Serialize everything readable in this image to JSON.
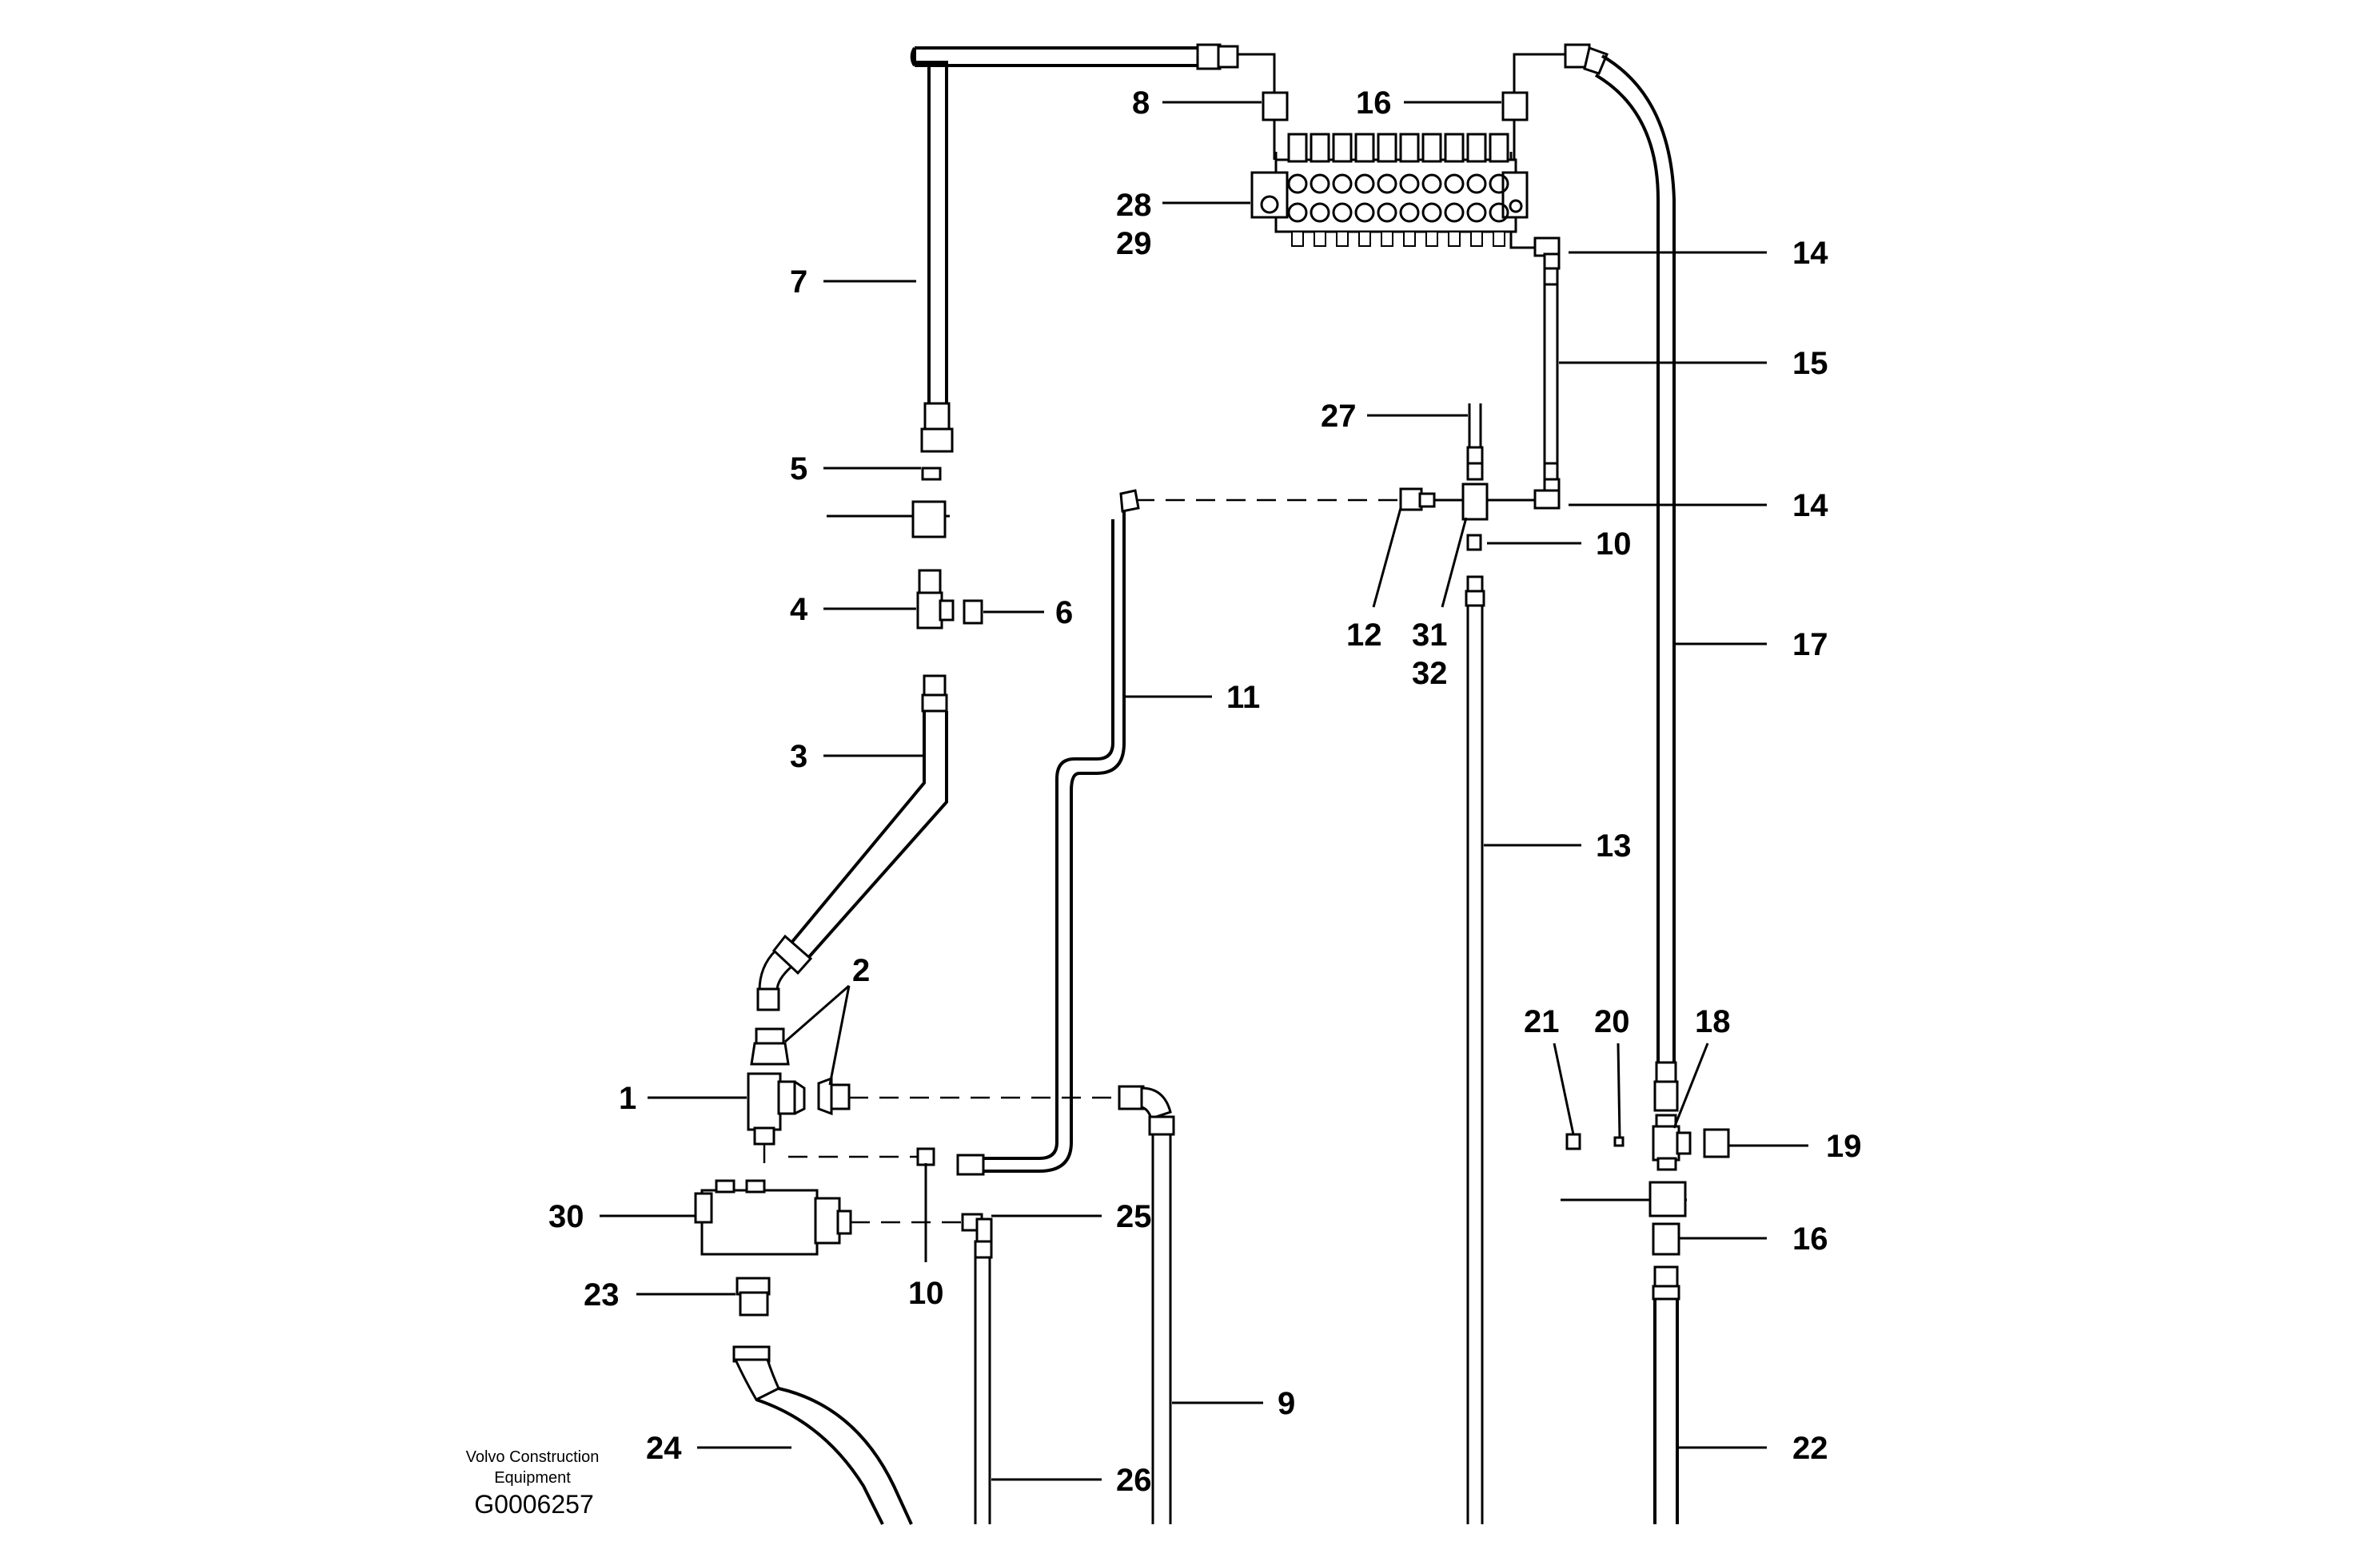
{
  "callouts": {
    "c1": "1",
    "c2": "2",
    "c3": "3",
    "c4": "4",
    "c5": "5",
    "c6": "6",
    "c7": "7",
    "c8": "8",
    "c9": "9",
    "c10a": "10",
    "c10b": "10",
    "c11": "11",
    "c12": "12",
    "c13": "13",
    "c14a": "14",
    "c14b": "14",
    "c15": "15",
    "c16a": "16",
    "c16b": "16",
    "c17": "17",
    "c18": "18",
    "c19": "19",
    "c20": "20",
    "c21": "21",
    "c22": "22",
    "c23": "23",
    "c24": "24",
    "c25": "25",
    "c26": "26",
    "c27": "27",
    "c28": "28",
    "c29": "29",
    "c30": "30",
    "c31": "31",
    "c32": "32"
  },
  "footer": {
    "company_line1": "Volvo Construction",
    "company_line2": "Equipment",
    "drawing_code": "G0006257"
  }
}
